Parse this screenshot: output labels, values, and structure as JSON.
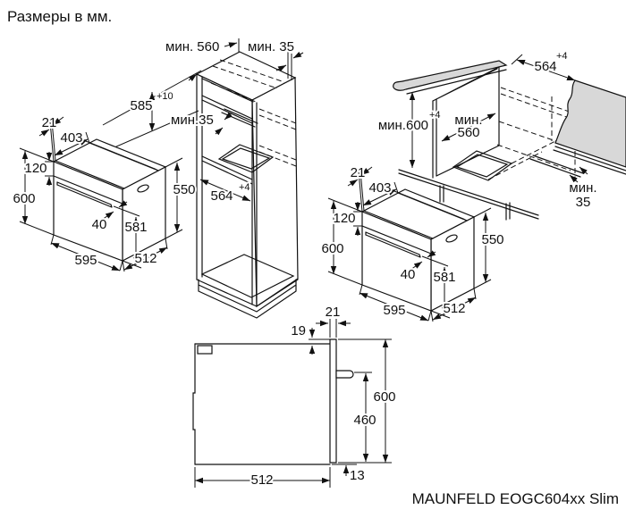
{
  "title": "Размеры в мм.",
  "footer": {
    "model": "MAUNFELD EOGC604xx Slim"
  },
  "oven": {
    "top_gap": "21",
    "top_depth": "403",
    "panel_height": "120",
    "height": "600",
    "handle_offset": "40",
    "body_height": "581",
    "side_height": "550",
    "width": "595",
    "depth": "512"
  },
  "cabinet": {
    "min_depth": "мин. 560",
    "top_back_gap": "мин. 35",
    "niche_height": "585",
    "niche_height_tol": "+10",
    "shelf_back_gap": "мин.35",
    "niche_width": "564",
    "niche_width_tol": "+4"
  },
  "counter_niche": {
    "niche_width": "564",
    "niche_width_tol": "+4",
    "min_height": "мин.600",
    "min_height_tol": "+4",
    "min_depth_word": "мин.",
    "min_depth_value": "560",
    "back_gap_word": "мин.",
    "back_gap_value": "35"
  },
  "side_view": {
    "door_thickness": "21",
    "door_top_offset": "19",
    "height": "600",
    "handle_height": "460",
    "depth": "512",
    "bottom_gap": "13"
  }
}
